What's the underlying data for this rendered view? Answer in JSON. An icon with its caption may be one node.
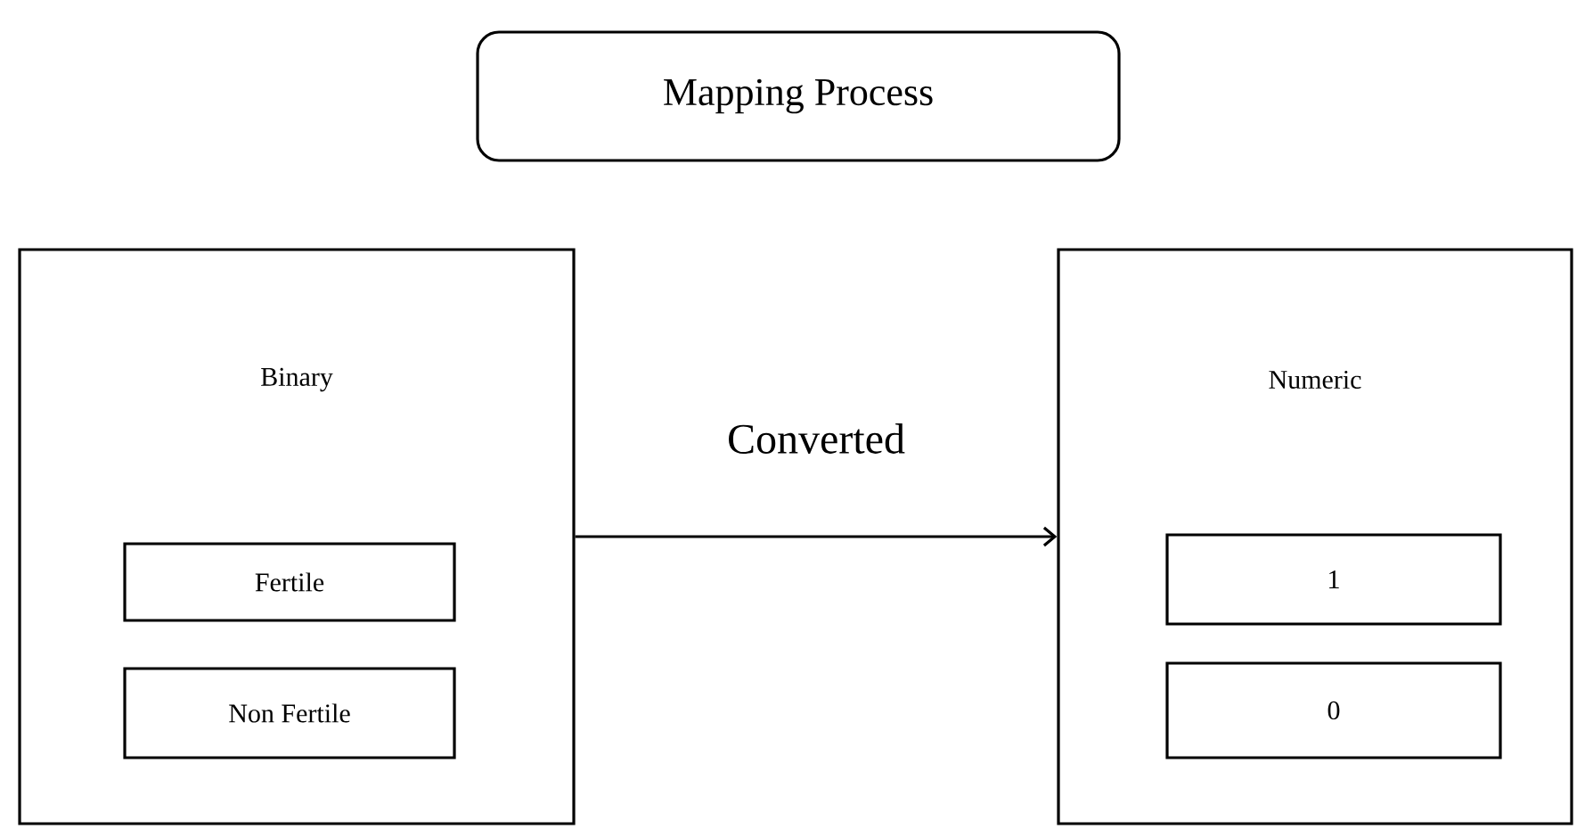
{
  "diagram": {
    "nodes": [
      {
        "text": [
          "Mapping Process"
        ]
      },
      {
        "text": [
          "Binary"
        ]
      },
      {
        "text": [
          "Fertile"
        ],
        "in": 1
      },
      {
        "text": [
          "Non Fertile"
        ],
        "in": 1
      },
      {
        "text": [
          "Numeric"
        ]
      },
      {
        "text": [
          "1"
        ],
        "in": 4
      },
      {
        "text": [
          "0"
        ],
        "in": 4
      }
    ],
    "edges": [
      {
        "from": 1,
        "to": 4,
        "arrow": "to",
        "label": "Converted"
      }
    ]
  }
}
